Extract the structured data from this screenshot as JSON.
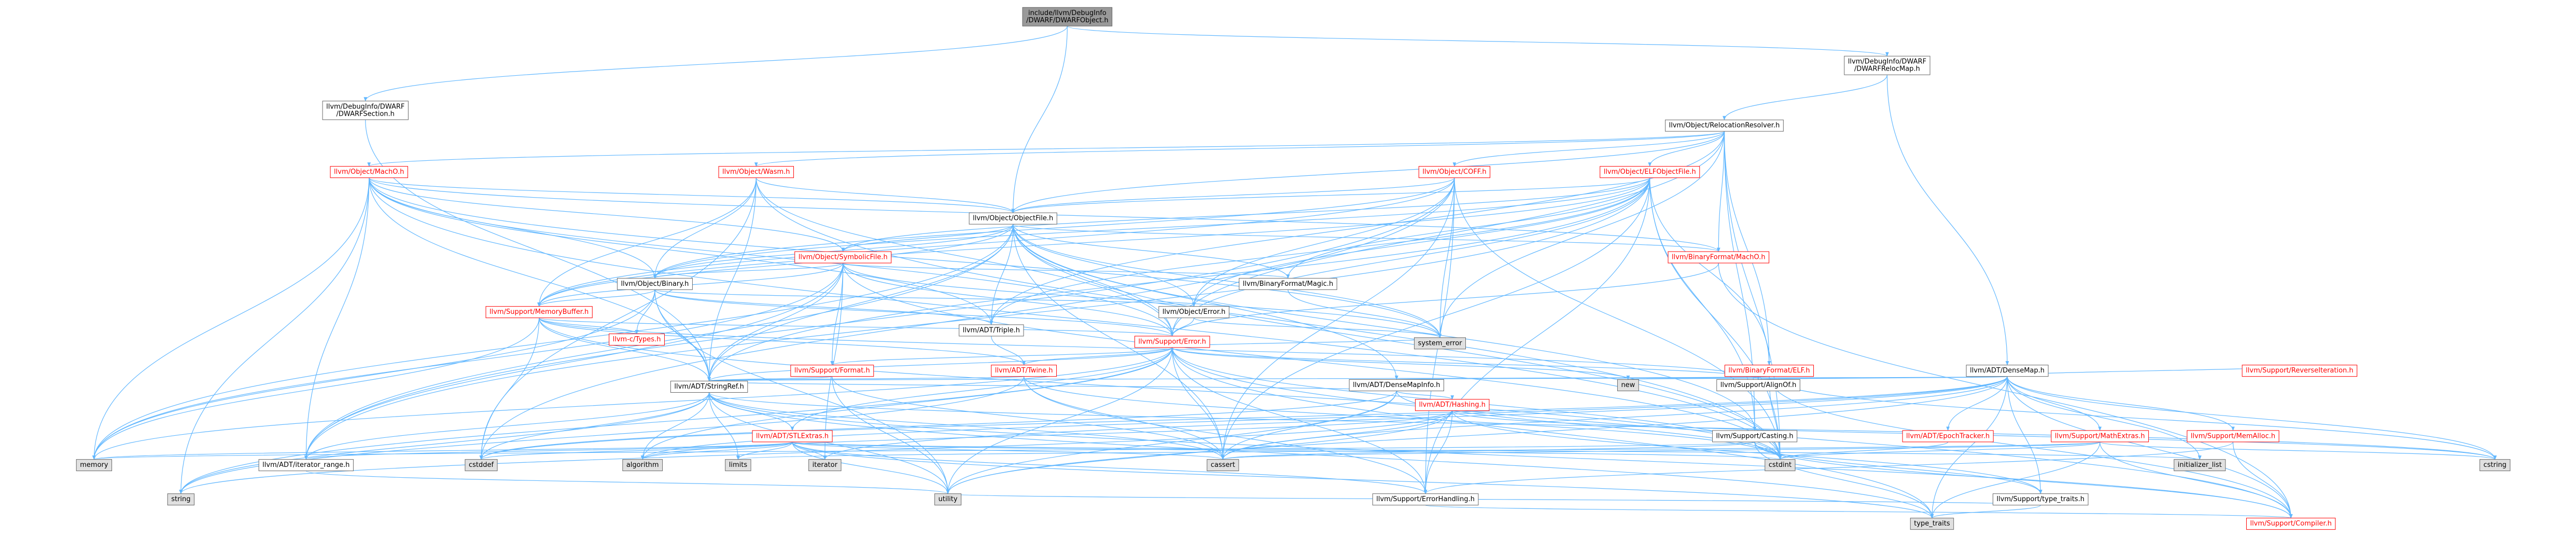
{
  "colors": {
    "root_fill": "#999999",
    "normal_fill": "#ffffff",
    "external_fill": "#e0e0e0",
    "node_border": "#666666",
    "red_border": "#ff0000",
    "red_text": "#ff0000",
    "text": "#000000",
    "edge": "#63b8ff"
  },
  "nodes": [
    {
      "id": "root",
      "kind": "root",
      "label_lines": [
        "include/llvm/DebugInfo",
        "/DWARF/DWARFObject.h"
      ]
    },
    {
      "id": "dwarf_section",
      "kind": "normal",
      "label_lines": [
        "llvm/DebugInfo/DWARF",
        "/DWARFSection.h"
      ]
    },
    {
      "id": "dwarf_relocmap",
      "kind": "normal",
      "label_lines": [
        "llvm/DebugInfo/DWARF",
        "/DWARFRelocMap.h"
      ]
    },
    {
      "id": "reloc_resolver",
      "kind": "normal",
      "label_lines": [
        "llvm/Object/RelocationResolver.h"
      ]
    },
    {
      "id": "macho",
      "kind": "red",
      "label_lines": [
        "llvm/Object/MachO.h"
      ]
    },
    {
      "id": "wasm",
      "kind": "red",
      "label_lines": [
        "llvm/Object/Wasm.h"
      ]
    },
    {
      "id": "coff",
      "kind": "red",
      "label_lines": [
        "llvm/Object/COFF.h"
      ]
    },
    {
      "id": "elfobj",
      "kind": "red",
      "label_lines": [
        "llvm/Object/ELFObjectFile.h"
      ]
    },
    {
      "id": "objectfile",
      "kind": "normal",
      "label_lines": [
        "llvm/Object/ObjectFile.h"
      ]
    },
    {
      "id": "symbolicfile",
      "kind": "red",
      "label_lines": [
        "llvm/Object/SymbolicFile.h"
      ]
    },
    {
      "id": "bf_macho",
      "kind": "red",
      "label_lines": [
        "llvm/BinaryFormat/MachO.h"
      ]
    },
    {
      "id": "binary",
      "kind": "normal",
      "label_lines": [
        "llvm/Object/Binary.h"
      ]
    },
    {
      "id": "bf_magic",
      "kind": "normal",
      "label_lines": [
        "llvm/BinaryFormat/Magic.h"
      ]
    },
    {
      "id": "obj_error",
      "kind": "normal",
      "label_lines": [
        "llvm/Object/Error.h"
      ]
    },
    {
      "id": "membuf",
      "kind": "red",
      "label_lines": [
        "llvm/Support/MemoryBuffer.h"
      ]
    },
    {
      "id": "triple",
      "kind": "normal",
      "label_lines": [
        "llvm/ADT/Triple.h"
      ]
    },
    {
      "id": "ctypes",
      "kind": "red",
      "label_lines": [
        "llvm-c/Types.h"
      ]
    },
    {
      "id": "sup_error",
      "kind": "red",
      "label_lines": [
        "llvm/Support/Error.h"
      ]
    },
    {
      "id": "twine",
      "kind": "red",
      "label_lines": [
        "llvm/ADT/Twine.h"
      ]
    },
    {
      "id": "sup_format",
      "kind": "red",
      "label_lines": [
        "llvm/Support/Format.h"
      ]
    },
    {
      "id": "system_error",
      "kind": "external",
      "label_lines": [
        "system_error"
      ]
    },
    {
      "id": "bf_elf",
      "kind": "red",
      "label_lines": [
        "llvm/BinaryFormat/ELF.h"
      ]
    },
    {
      "id": "densemap",
      "kind": "normal",
      "label_lines": [
        "llvm/ADT/DenseMap.h"
      ]
    },
    {
      "id": "revit",
      "kind": "red",
      "label_lines": [
        "llvm/Support/ReverseIteration.h"
      ]
    },
    {
      "id": "new",
      "kind": "external",
      "label_lines": [
        "new"
      ]
    },
    {
      "id": "stringref",
      "kind": "normal",
      "label_lines": [
        "llvm/ADT/StringRef.h"
      ]
    },
    {
      "id": "densemapinfo",
      "kind": "normal",
      "label_lines": [
        "llvm/ADT/DenseMapInfo.h"
      ]
    },
    {
      "id": "alignof",
      "kind": "normal",
      "label_lines": [
        "llvm/Support/AlignOf.h"
      ]
    },
    {
      "id": "hashing",
      "kind": "red",
      "label_lines": [
        "llvm/ADT/Hashing.h"
      ]
    },
    {
      "id": "stlextras",
      "kind": "red",
      "label_lines": [
        "llvm/ADT/STLExtras.h"
      ]
    },
    {
      "id": "casting",
      "kind": "normal",
      "label_lines": [
        "llvm/Support/Casting.h"
      ]
    },
    {
      "id": "epoch",
      "kind": "red",
      "label_lines": [
        "llvm/ADT/EpochTracker.h"
      ]
    },
    {
      "id": "mathextras",
      "kind": "red",
      "label_lines": [
        "llvm/Support/MathExtras.h"
      ]
    },
    {
      "id": "memalloc",
      "kind": "red",
      "label_lines": [
        "llvm/Support/MemAlloc.h"
      ]
    },
    {
      "id": "memory",
      "kind": "external",
      "label_lines": [
        "memory"
      ]
    },
    {
      "id": "iter_range",
      "kind": "normal",
      "label_lines": [
        "llvm/ADT/iterator_range.h"
      ]
    },
    {
      "id": "cstddef",
      "kind": "external",
      "label_lines": [
        "cstddef"
      ]
    },
    {
      "id": "algorithm",
      "kind": "external",
      "label_lines": [
        "algorithm"
      ]
    },
    {
      "id": "limits",
      "kind": "external",
      "label_lines": [
        "limits"
      ]
    },
    {
      "id": "iterator",
      "kind": "external",
      "label_lines": [
        "iterator"
      ]
    },
    {
      "id": "cassert",
      "kind": "external",
      "label_lines": [
        "cassert"
      ]
    },
    {
      "id": "cstdint",
      "kind": "external",
      "label_lines": [
        "cstdint"
      ]
    },
    {
      "id": "initlist",
      "kind": "external",
      "label_lines": [
        "initializer_list"
      ]
    },
    {
      "id": "cstring",
      "kind": "external",
      "label_lines": [
        "cstring"
      ]
    },
    {
      "id": "errhandling",
      "kind": "normal",
      "label_lines": [
        "llvm/Support/ErrorHandling.h"
      ]
    },
    {
      "id": "type_traits_h",
      "kind": "normal",
      "label_lines": [
        "llvm/Support/type_traits.h"
      ]
    },
    {
      "id": "string",
      "kind": "external",
      "label_lines": [
        "string"
      ]
    },
    {
      "id": "utility",
      "kind": "external",
      "label_lines": [
        "utility"
      ]
    },
    {
      "id": "type_traits",
      "kind": "external",
      "label_lines": [
        "type_traits"
      ]
    },
    {
      "id": "compiler",
      "kind": "red",
      "label_lines": [
        "llvm/Support/Compiler.h"
      ]
    }
  ],
  "edges": [
    [
      "root",
      "dwarf_section"
    ],
    [
      "root",
      "objectfile"
    ],
    [
      "root",
      "dwarf_relocmap"
    ],
    [
      "dwarf_section",
      "stringref"
    ],
    [
      "dwarf_relocmap",
      "densemap"
    ],
    [
      "dwarf_relocmap",
      "reloc_resolver"
    ],
    [
      "reloc_resolver",
      "triple"
    ],
    [
      "reloc_resolver",
      "bf_elf"
    ],
    [
      "reloc_resolver",
      "bf_macho"
    ],
    [
      "reloc_resolver",
      "coff"
    ],
    [
      "reloc_resolver",
      "elfobj"
    ],
    [
      "reloc_resolver",
      "macho"
    ],
    [
      "reloc_resolver",
      "objectfile"
    ],
    [
      "reloc_resolver",
      "wasm"
    ],
    [
      "reloc_resolver",
      "casting"
    ],
    [
      "reloc_resolver",
      "sup_error"
    ],
    [
      "reloc_resolver",
      "cstdint"
    ],
    [
      "reloc_resolver",
      "system_error"
    ],
    [
      "macho",
      "stringref"
    ],
    [
      "macho",
      "triple"
    ],
    [
      "macho",
      "iter_range"
    ],
    [
      "macho",
      "bf_macho"
    ],
    [
      "macho",
      "binary"
    ],
    [
      "macho",
      "objectfile"
    ],
    [
      "macho",
      "symbolicfile"
    ],
    [
      "macho",
      "sup_error"
    ],
    [
      "macho",
      "memory"
    ],
    [
      "macho",
      "string"
    ],
    [
      "macho",
      "system_error"
    ],
    [
      "macho",
      "cstdint"
    ],
    [
      "wasm",
      "stringref"
    ],
    [
      "wasm",
      "binary"
    ],
    [
      "wasm",
      "objectfile"
    ],
    [
      "wasm",
      "membuf"
    ],
    [
      "wasm",
      "sup_error"
    ],
    [
      "wasm",
      "cstddef"
    ],
    [
      "wasm",
      "cstdint"
    ],
    [
      "coff",
      "iter_range"
    ],
    [
      "coff",
      "binary"
    ],
    [
      "coff",
      "obj_error"
    ],
    [
      "coff",
      "objectfile"
    ],
    [
      "coff",
      "errhandling"
    ],
    [
      "coff",
      "cassert"
    ],
    [
      "coff",
      "cstddef"
    ],
    [
      "coff",
      "cstdint"
    ],
    [
      "coff",
      "system_error"
    ],
    [
      "coff",
      "membuf"
    ],
    [
      "elfobj",
      "stringref"
    ],
    [
      "elfobj",
      "triple"
    ],
    [
      "elfobj",
      "casting"
    ],
    [
      "elfobj",
      "bf_elf"
    ],
    [
      "elfobj",
      "binary"
    ],
    [
      "elfobj",
      "obj_error"
    ],
    [
      "elfobj",
      "objectfile"
    ],
    [
      "elfobj",
      "symbolicfile"
    ],
    [
      "elfobj",
      "errhandling"
    ],
    [
      "elfobj",
      "membuf"
    ],
    [
      "elfobj",
      "sup_error"
    ],
    [
      "elfobj",
      "cassert"
    ],
    [
      "elfobj",
      "cstdint"
    ],
    [
      "elfobj",
      "bf_magic"
    ],
    [
      "elfobj",
      "iter_range"
    ],
    [
      "objectfile",
      "stringref"
    ],
    [
      "objectfile",
      "triple"
    ],
    [
      "objectfile",
      "iter_range"
    ],
    [
      "objectfile",
      "bf_magic"
    ],
    [
      "objectfile",
      "binary"
    ],
    [
      "objectfile",
      "obj_error"
    ],
    [
      "objectfile",
      "symbolicfile"
    ],
    [
      "objectfile",
      "casting"
    ],
    [
      "objectfile",
      "sup_error"
    ],
    [
      "objectfile",
      "membuf"
    ],
    [
      "objectfile",
      "densemapinfo"
    ],
    [
      "objectfile",
      "cassert"
    ],
    [
      "objectfile",
      "cstdint"
    ],
    [
      "objectfile",
      "memory"
    ],
    [
      "objectfile",
      "system_error"
    ],
    [
      "objectfile",
      "bf_macho"
    ],
    [
      "symbolicfile",
      "iter_range"
    ],
    [
      "symbolicfile",
      "bf_magic"
    ],
    [
      "symbolicfile",
      "binary"
    ],
    [
      "symbolicfile",
      "sup_error"
    ],
    [
      "symbolicfile",
      "sup_format"
    ],
    [
      "symbolicfile",
      "membuf"
    ],
    [
      "symbolicfile",
      "cinttypes_none"
    ],
    [
      "symbolicfile",
      "iterator"
    ],
    [
      "symbolicfile",
      "memory"
    ],
    [
      "symbolicfile",
      "system_error"
    ],
    [
      "symbolicfile",
      "cstdint"
    ],
    [
      "symbolicfile",
      "stringref"
    ],
    [
      "bf_macho",
      "sup_error"
    ],
    [
      "bf_macho",
      "compiler"
    ],
    [
      "binary",
      "ctypes"
    ],
    [
      "binary",
      "triple"
    ],
    [
      "binary",
      "obj_error"
    ],
    [
      "binary",
      "sup_error"
    ],
    [
      "binary",
      "membuf"
    ],
    [
      "binary",
      "memory"
    ],
    [
      "binary",
      "utility"
    ],
    [
      "binary",
      "stringref"
    ],
    [
      "bf_magic",
      "system_error"
    ],
    [
      "obj_error",
      "sup_error"
    ],
    [
      "obj_error",
      "system_error"
    ],
    [
      "membuf",
      "ctypes"
    ],
    [
      "membuf",
      "twine"
    ],
    [
      "membuf",
      "stringref"
    ],
    [
      "membuf",
      "alignof"
    ],
    [
      "membuf",
      "sup_error"
    ],
    [
      "membuf",
      "cstddef"
    ],
    [
      "membuf",
      "cstdint"
    ],
    [
      "membuf",
      "memory"
    ],
    [
      "triple",
      "twine"
    ],
    [
      "sup_error",
      "twine"
    ],
    [
      "sup_error",
      "sup_format"
    ],
    [
      "sup_error",
      "stringref"
    ],
    [
      "sup_error",
      "stlextras"
    ],
    [
      "sup_error",
      "alignof"
    ],
    [
      "sup_error",
      "compiler"
    ],
    [
      "sup_error",
      "errhandling"
    ],
    [
      "sup_error",
      "algorithm"
    ],
    [
      "sup_error",
      "cassert"
    ],
    [
      "sup_error",
      "cstdint"
    ],
    [
      "sup_error",
      "cstdlib_none"
    ],
    [
      "sup_error",
      "functional_none"
    ],
    [
      "sup_error",
      "memory"
    ],
    [
      "sup_error",
      "new"
    ],
    [
      "sup_error",
      "string"
    ],
    [
      "sup_error",
      "system_error"
    ],
    [
      "sup_error",
      "type_traits"
    ],
    [
      "sup_error",
      "utility"
    ],
    [
      "twine",
      "stringref"
    ],
    [
      "twine",
      "errhandling"
    ],
    [
      "twine",
      "cassert"
    ],
    [
      "twine",
      "cstdint"
    ],
    [
      "twine",
      "string"
    ],
    [
      "sup_format",
      "stringref"
    ],
    [
      "sup_format",
      "cassert"
    ],
    [
      "sup_format",
      "utility"
    ],
    [
      "bf_elf",
      "compiler"
    ],
    [
      "bf_elf",
      "cstdint"
    ],
    [
      "bf_elf",
      "cstring"
    ],
    [
      "bf_elf",
      "stringref"
    ],
    [
      "densemap",
      "densemapinfo"
    ],
    [
      "densemap",
      "epoch"
    ],
    [
      "densemap",
      "alignof"
    ],
    [
      "densemap",
      "compiler"
    ],
    [
      "densemap",
      "mathextras"
    ],
    [
      "densemap",
      "memalloc"
    ],
    [
      "densemap",
      "revit"
    ],
    [
      "densemap",
      "type_traits_h"
    ],
    [
      "densemap",
      "algorithm"
    ],
    [
      "densemap",
      "cassert"
    ],
    [
      "densemap",
      "cstddef"
    ],
    [
      "densemap",
      "cstring"
    ],
    [
      "densemap",
      "initlist"
    ],
    [
      "densemap",
      "iterator"
    ],
    [
      "densemap",
      "new"
    ],
    [
      "densemap",
      "type_traits"
    ],
    [
      "densemap",
      "utility"
    ],
    [
      "stringref",
      "densemapinfo"
    ],
    [
      "stringref",
      "iter_range"
    ],
    [
      "stringref",
      "compiler"
    ],
    [
      "stringref",
      "algorithm"
    ],
    [
      "stringref",
      "cassert"
    ],
    [
      "stringref",
      "cstddef"
    ],
    [
      "stringref",
      "cstring"
    ],
    [
      "stringref",
      "limits"
    ],
    [
      "stringref",
      "string"
    ],
    [
      "stringref",
      "type_traits"
    ],
    [
      "stringref",
      "utility"
    ],
    [
      "stringref",
      "stlextras"
    ],
    [
      "densemapinfo",
      "hashing"
    ],
    [
      "densemapinfo",
      "cassert"
    ],
    [
      "densemapinfo",
      "cstddef"
    ],
    [
      "densemapinfo",
      "cstdint"
    ],
    [
      "densemapinfo",
      "utility"
    ],
    [
      "hashing",
      "errhandling"
    ],
    [
      "hashing",
      "type_traits_h"
    ],
    [
      "hashing",
      "algorithm"
    ],
    [
      "hashing",
      "cassert"
    ],
    [
      "hashing",
      "cstring"
    ],
    [
      "hashing",
      "string"
    ],
    [
      "hashing",
      "utility"
    ],
    [
      "stlextras",
      "iter_range"
    ],
    [
      "stlextras",
      "errhandling"
    ],
    [
      "stlextras",
      "algorithm"
    ],
    [
      "stlextras",
      "cassert"
    ],
    [
      "stlextras",
      "cstddef"
    ],
    [
      "stlextras",
      "cstdint"
    ],
    [
      "stlextras",
      "initlist"
    ],
    [
      "stlextras",
      "iterator"
    ],
    [
      "stlextras",
      "limits"
    ],
    [
      "stlextras",
      "memory"
    ],
    [
      "stlextras",
      "type_traits"
    ],
    [
      "stlextras",
      "utility"
    ],
    [
      "casting",
      "compiler"
    ],
    [
      "casting",
      "type_traits_h"
    ],
    [
      "casting",
      "cassert"
    ],
    [
      "casting",
      "memory"
    ],
    [
      "casting",
      "type_traits"
    ],
    [
      "epoch",
      "cstdint"
    ],
    [
      "mathextras",
      "compiler"
    ],
    [
      "mathextras",
      "cassert"
    ],
    [
      "mathextras",
      "cstdint"
    ],
    [
      "mathextras",
      "cstring"
    ],
    [
      "mathextras",
      "limits"
    ],
    [
      "mathextras",
      "type_traits"
    ],
    [
      "memalloc",
      "compiler"
    ],
    [
      "memalloc",
      "errhandling"
    ],
    [
      "iter_range",
      "utility"
    ],
    [
      "errhandling",
      "compiler"
    ],
    [
      "type_traits_h",
      "utility"
    ],
    [
      "type_traits_h",
      "type_traits"
    ]
  ]
}
